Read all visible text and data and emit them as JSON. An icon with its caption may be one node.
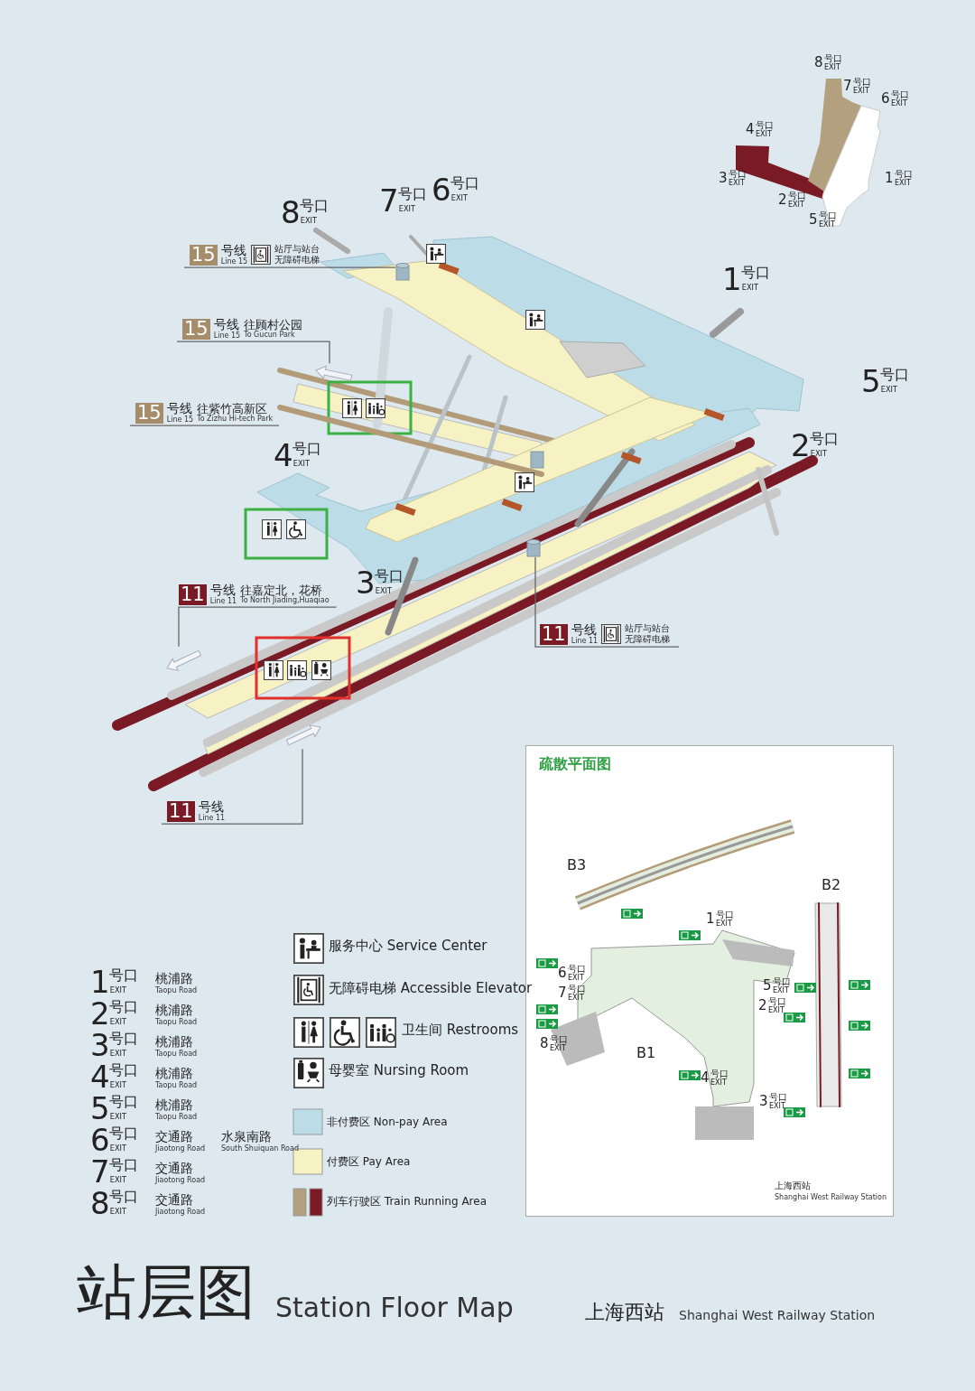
{
  "diagram": {
    "title": "站层图",
    "nodes": [
      {
        "text": [
          "15",
          "号线",
          "Line 15",
          "站厅与站台无障碍电梯"
        ]
      },
      {
        "text": [
          "15",
          "号线",
          "Line 15",
          "往顾村公园",
          "To Gucun Park"
        ]
      },
      {
        "text": [
          "15",
          "号线",
          "Line 15",
          "往紫竹高新区",
          "To Zizhu Hi-tech Park"
        ]
      },
      {
        "text": [
          "11",
          "号线",
          "Line 11",
          "往嘉定北，花桥",
          "To North Jiading,Huaqiao"
        ]
      },
      {
        "text": [
          "11",
          "号线",
          "Line 11",
          "站厅与站台无障碍电梯"
        ]
      },
      {
        "text": [
          "11",
          "号线",
          "Line 11"
        ]
      },
      {
        "text": [
          "疏散平面图"
        ]
      },
      {
        "text": [],
        "shape": "cylinder"
      },
      {
        "text": [],
        "shape": "arrow"
      },
      {
        "text": [],
        "shape": "bar"
      },
      {
        "text": [],
        "shape": "arrow"
      },
      {
        "text": [],
        "shape": "cylinder"
      },
      {
        "text": [],
        "shape": "arrow"
      }
    ],
    "edges": [
      {
        "from": 0,
        "to": 7,
        "arrow": "none"
      },
      {
        "from": 1,
        "to": 8,
        "arrow": "none"
      },
      {
        "from": 2,
        "to": 9,
        "arrow": "none"
      },
      {
        "from": 3,
        "to": 10,
        "arrow": "none"
      },
      {
        "from": 4,
        "to": 11,
        "arrow": "none"
      },
      {
        "from": 5,
        "to": 12,
        "arrow": "none"
      }
    ],
    "labels": [
      "8",
      "号口",
      "EXIT",
      "7",
      "号口",
      "EXIT",
      "6",
      "号口",
      "EXIT",
      "4",
      "号口",
      "EXIT",
      "3",
      "号口",
      "EXIT",
      "1",
      "号口",
      "EXIT",
      "2",
      "号口",
      "EXIT",
      "5",
      "号口",
      "EXIT",
      "8",
      "号口",
      "EXIT",
      "7",
      "号口",
      "EXIT",
      "6",
      "号口",
      "EXIT",
      "1",
      "号口",
      "EXIT",
      "5",
      "号口",
      "EXIT",
      "4",
      "号口",
      "EXIT",
      "2",
      "号口",
      "EXIT",
      "3",
      "号口",
      "EXIT",
      "1",
      "号口",
      "EXIT",
      "桃浦路",
      "Taopu Road",
      "2",
      "号口",
      "EXIT",
      "桃浦路",
      "Taopu Road",
      "3",
      "号口",
      "EXIT",
      "桃浦路",
      "Taopu Road",
      "4",
      "号口",
      "EXIT",
      "桃浦路",
      "Taopu Road",
      "5",
      "号口",
      "EXIT",
      "桃浦路",
      "Taopu Road",
      "6",
      "号口",
      "EXIT",
      "交通路",
      "Jiaotong Road",
      "水泉南路",
      "South Shuiquan Road",
      "7",
      "号口",
      "EXIT",
      "交通路",
      "Jiaotong Road",
      "8",
      "号口",
      "EXIT",
      "交通路",
      "Jiaotong Road",
      "B3",
      "B2",
      "1",
      "号口",
      "EXIT",
      "6",
      "号口",
      "EXIT",
      "5",
      "号口",
      "EXIT",
      "7",
      "号口",
      "EXIT",
      "2",
      "号口",
      "EXIT",
      "8",
      "号口",
      "EXIT",
      "B1",
      "4",
      "号口",
      "EXIT",
      "3",
      "号口",
      "EXIT",
      "上海西站",
      "Shanghai West Railway Station",
      "Station Floor Map",
      "上海西站",
      "Shanghai West Railway Station"
    ],
    "legend": [
      {
        "text": "服务中心 Service Center"
      },
      {
        "text": "无障碍电梯 Accessible Elevator"
      },
      {
        "text": "卫生间 Restrooms"
      },
      {
        "text": "母婴室 Nursing Room"
      },
      {
        "text": "非付费区 Non-pay Area",
        "color": "#bcdde8"
      },
      {
        "text": "付费区 Pay Area",
        "color": "#f6f2c4"
      },
      {
        "text": "列车行驶区 Train Running Area",
        "color": "#7a1a25"
      }
    ]
  }
}
